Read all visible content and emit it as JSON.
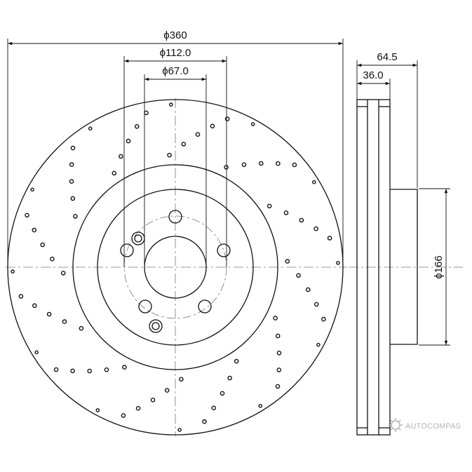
{
  "dimensions": {
    "outer_diameter": "ϕ360",
    "bolt_circle": "ϕ112.0",
    "center_bore": "ϕ67.0",
    "overall_height": "64.5",
    "disc_thickness": "36.0",
    "hat_diameter": "ϕ166"
  },
  "watermark": {
    "text": "AUTOCOMPAS",
    "color": "#b5b5b5"
  },
  "colors": {
    "line": "#111111",
    "centerline": "#777777"
  }
}
